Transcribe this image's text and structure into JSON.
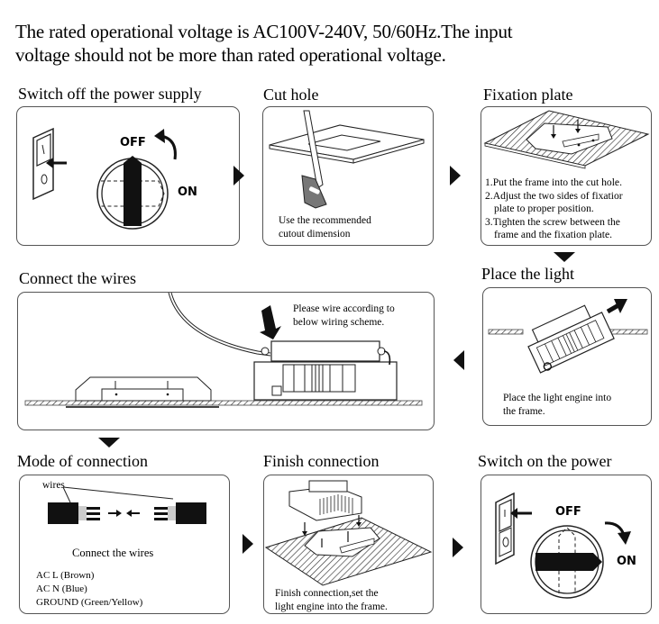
{
  "intro": {
    "line1": "The rated operational voltage is AC100V-240V, 50/60Hz.The input",
    "line2": "voltage should not be more than rated operational voltage."
  },
  "steps": {
    "switch_off": {
      "title": "Switch off the power supply",
      "off_label": "OFF",
      "on_label": "ON"
    },
    "cut_hole": {
      "title": "Cut hole",
      "caption_line1": "Use the recommended",
      "caption_line2": "cutout dimension"
    },
    "fixation_plate": {
      "title": "Fixation plate",
      "instructions": [
        "1.Put the frame into the cut hole.",
        "2.Adjust the two sides of fixatior",
        "plate to proper position.",
        "3.Tighten the screw between the",
        "frame and the fixation plate."
      ]
    },
    "place_light": {
      "title": "Place the light",
      "caption_line1": "Place the light engine into",
      "caption_line2": "the frame."
    },
    "connect_wires": {
      "title": "Connect the wires",
      "caption_line1": "Please wire according to",
      "caption_line2": "below wiring scheme."
    },
    "mode_of_connection": {
      "title": "Mode of connection",
      "wires_label": "wires",
      "caption": "Connect the wires",
      "wiring": [
        {
          "terminal": "AC  L",
          "color": "(Brown)"
        },
        {
          "terminal": "AC  N",
          "color": "(Blue)"
        },
        {
          "terminal": "GROUND",
          "color": "(Green/Yellow)"
        }
      ]
    },
    "finish_connection": {
      "title": "Finish connection",
      "caption_line1": "Finish connection,set the",
      "caption_line2": "light engine into the frame."
    },
    "switch_on": {
      "title": "Switch on the power",
      "off_label": "OFF",
      "on_label": "ON"
    }
  },
  "flow_arrows": [
    {
      "from": "switch_off",
      "to": "cut_hole",
      "direction": "right"
    },
    {
      "from": "cut_hole",
      "to": "fixation_plate",
      "direction": "right"
    },
    {
      "from": "fixation_plate",
      "to": "place_light",
      "direction": "down"
    },
    {
      "from": "place_light",
      "to": "connect_wires",
      "direction": "left"
    },
    {
      "from": "connect_wires",
      "to": "mode_of_connection",
      "direction": "down"
    },
    {
      "from": "mode_of_connection",
      "to": "finish_connection",
      "direction": "right"
    },
    {
      "from": "finish_connection",
      "to": "switch_on",
      "direction": "right"
    }
  ],
  "colors": {
    "panel_border": "#555555",
    "arrow": "#111111",
    "saw_handle": "#7a7a7a"
  }
}
